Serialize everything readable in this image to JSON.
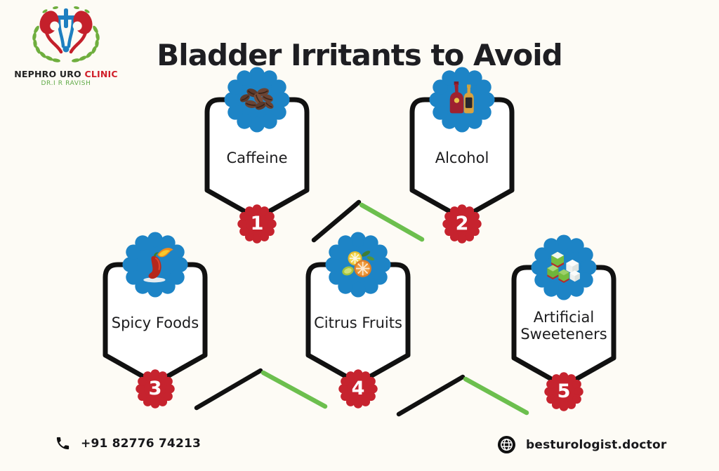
{
  "logo": {
    "clinic_name_primary": "NEPHRO URO",
    "clinic_name_accent": "CLINIC",
    "doctor_name": "DR.I R RAVISH"
  },
  "title": "Bladder Irritants to Avoid",
  "items": [
    {
      "number": "1",
      "label": "Caffeine",
      "icon": "coffee-beans-icon"
    },
    {
      "number": "2",
      "label": "Alcohol",
      "icon": "liquor-bottles-icon"
    },
    {
      "number": "3",
      "label": "Spicy Foods",
      "icon": "chili-pepper-icon"
    },
    {
      "number": "4",
      "label": "Citrus Fruits",
      "icon": "citrus-slices-icon"
    },
    {
      "number": "5",
      "label": "Artificial Sweeteners",
      "icon": "sweetener-cubes-icon"
    }
  ],
  "footer": {
    "phone": "+91 82776 74213",
    "website": "besturologist.doctor"
  },
  "colors": {
    "background": "#fdfbf5",
    "accent_blue": "#1d84c6",
    "badge_red": "#c6232e",
    "line_green": "#6cbf4e",
    "line_black": "#111111",
    "title_text": "#1e1e22"
  }
}
